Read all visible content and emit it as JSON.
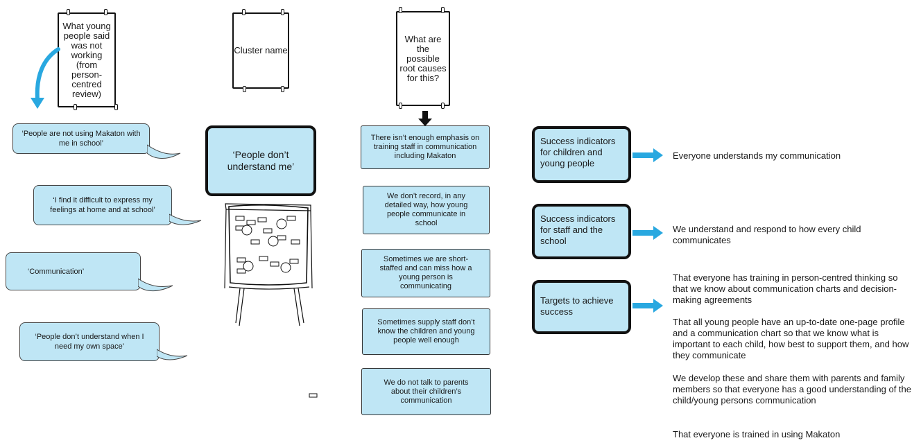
{
  "headers": {
    "young_people_said": "What young people said was not working (from person-centred review)",
    "cluster_name": "Cluster name",
    "root_causes": "What are the possible root causes for this?"
  },
  "quotes": [
    "‘People are not using Makaton with me in school’",
    "‘I find it difficult to express my feelings at home and at school’",
    "‘Communication’",
    "‘People don’t understand when I need my own space’"
  ],
  "cluster": "‘People don’t understand me’",
  "root_causes": [
    "There isn’t enough emphasis on training staff in communication including Makaton",
    "We don’t record, in any detailed way, how young people communicate in school",
    "Sometimes we are short-staffed and can miss how a young person is communicating",
    "Sometimes supply staff don’t know the children and young people well enough",
    "We do not talk to parents about their children’s communication"
  ],
  "indicators": {
    "children": {
      "label": "Success indicators for children and young people",
      "outcome": "Everyone understands my communication"
    },
    "staff": {
      "label": "Success indicators for staff and the school",
      "outcome": "We understand and respond to how every child communicates"
    },
    "targets": {
      "label": "Targets to achieve success",
      "items": [
        "That everyone has training in person-centred thinking so that we know about communication charts and decision-making agreements",
        "That all young people have an up-to-date one-page profile and a communication chart so that we know what is important to each child, how best to support them, and how they communicate",
        "We develop these and share them with parents and family members so that everyone has a good understanding of the child/young persons communication",
        "That everyone is trained in using Makaton"
      ]
    }
  },
  "colors": {
    "box_fill": "#bfe6f5",
    "arrow_blue": "#29a8e0",
    "outline": "#111111"
  }
}
